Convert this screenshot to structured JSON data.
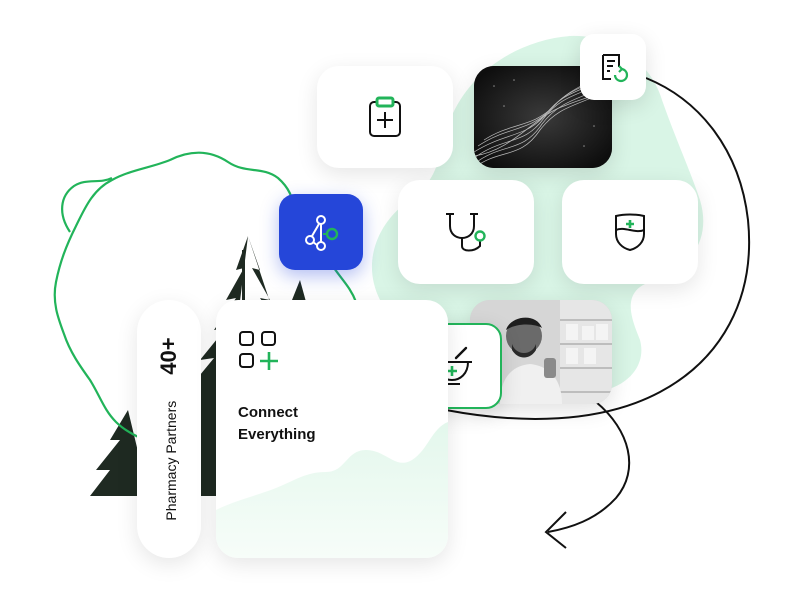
{
  "stats": {
    "count": "40+",
    "label": "Pharmacy Partners"
  },
  "feature": {
    "title_line1": "Connect",
    "title_line2": "Everything"
  },
  "colors": {
    "accent_green": "#22b45a",
    "mint": "#d9f5e6",
    "blue": "#2546d9",
    "ink": "#111111"
  },
  "icons": [
    "clipboard-plus-icon",
    "network-node-icon",
    "stethoscope-icon",
    "shield-plus-icon",
    "mortar-pestle-icon",
    "prescription-refill-icon",
    "app-grid-plus-icon"
  ],
  "images": [
    "data-wave-photo",
    "pharmacist-photo",
    "evergreen-tree"
  ]
}
